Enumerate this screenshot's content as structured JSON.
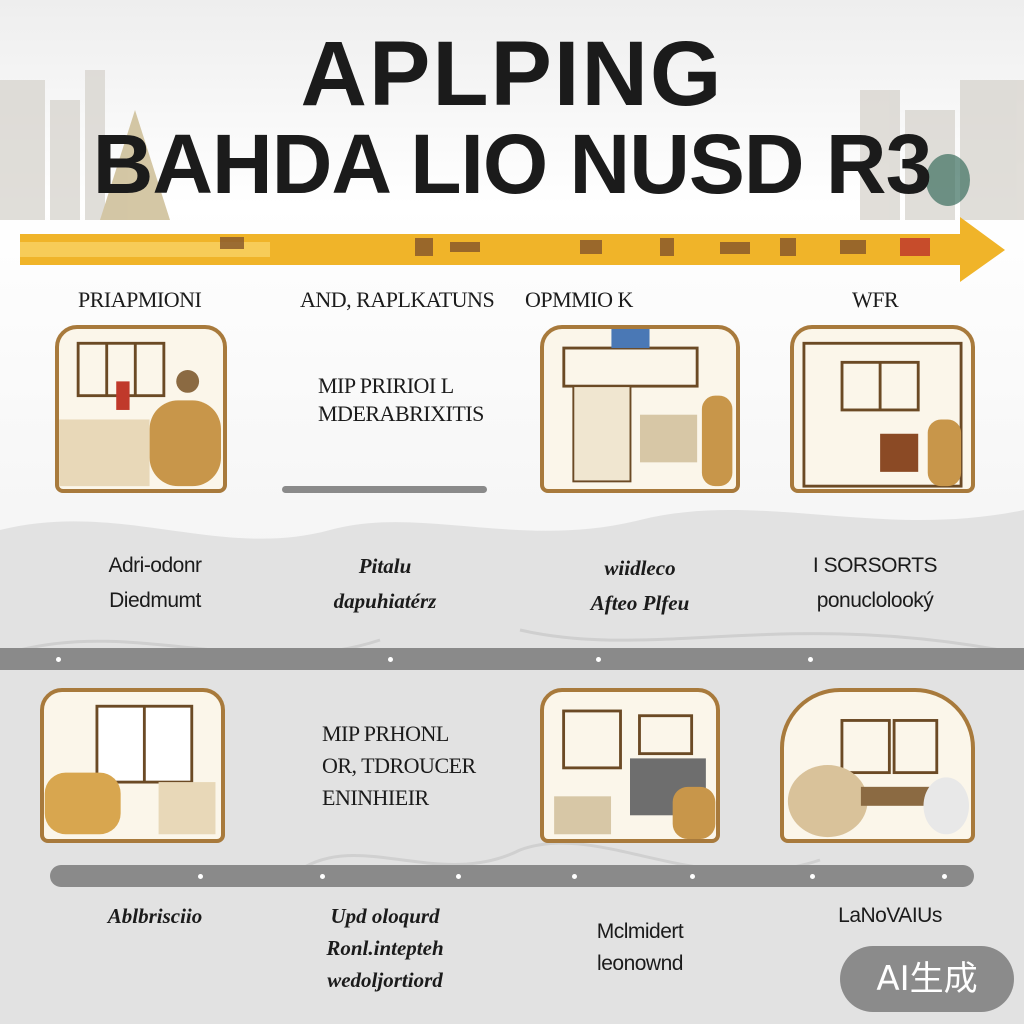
{
  "title": {
    "line1": "APLPING",
    "line2": "BAHDA LIO NUSD R3"
  },
  "timeline": {
    "colors": {
      "arrow": "#f0b429",
      "rail": "#8a8a8a",
      "frame": "#a87a3c",
      "sofa": "#c8964a"
    },
    "top_labels": [
      "PRIAPMIONI",
      "AND, RAPLKATUNS",
      " OPMMIO K",
      "WFR"
    ],
    "middle_note_1": [
      "MIP PRIRIOI L",
      "MDERABRIXITIS"
    ],
    "row1_desc": [
      [
        "Adri-odonr",
        "Diedmumt"
      ],
      [
        "Pitalu",
        "dapuhiatérz"
      ],
      [
        "wiidleco",
        "Afteo Plfeu"
      ],
      [
        "I SORSORTS",
        "ponuclolooký"
      ]
    ],
    "middle_note_2": [
      "MIP PRHONL",
      "OR, TDROUCER",
      "ENINHIEIR"
    ],
    "row2_desc": [
      [
        "Ablbrisciio"
      ],
      [
        "Upd oloqurd",
        "Ronl.intepteh",
        "wedoljortiord"
      ],
      [
        "Mclmidert",
        "leonownd"
      ],
      [
        "LaNoVAIUs"
      ]
    ]
  },
  "watermark": "AI生成"
}
